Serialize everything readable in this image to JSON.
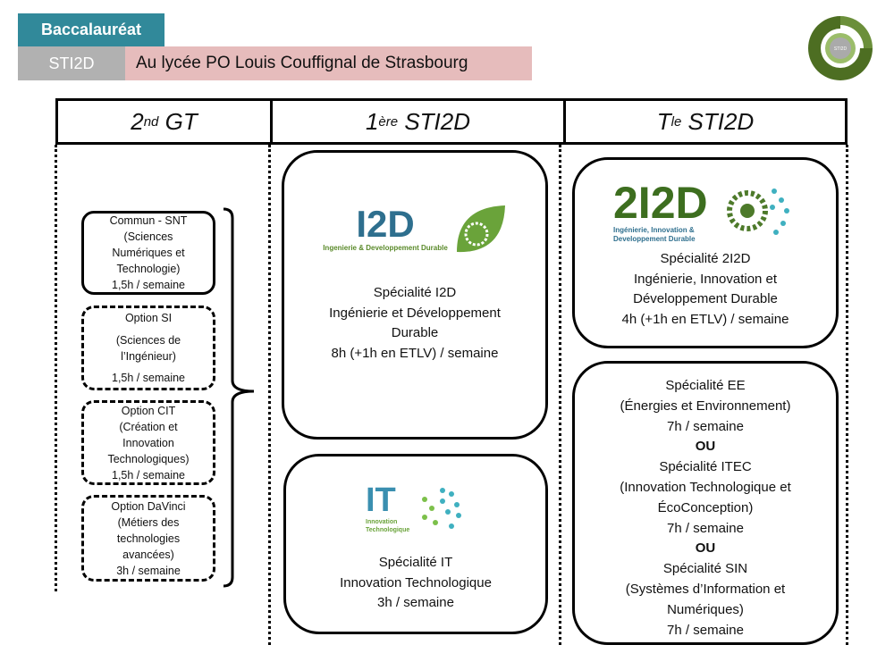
{
  "header": {
    "title": "Baccalauréat",
    "tag": "STI2D",
    "subtitle": "Au lycée PO Louis Couffignal de Strasbourg",
    "logo_text": "STI2D"
  },
  "columns": [
    {
      "base": "2",
      "sup": "nd",
      "rest": " GT"
    },
    {
      "base": "1",
      "sup": "ère",
      "rest": " STI2D"
    },
    {
      "base": "T",
      "sup": "le",
      "rest": " STI2D"
    }
  ],
  "seconde": [
    {
      "lines": [
        "Commun - SNT",
        "(Sciences",
        "Numériques et",
        "Technologie)",
        "1,5h  / semaine"
      ]
    },
    {
      "lines": [
        "Option SI",
        "(Sciences de",
        "l’Ingénieur)",
        "1,5h  / semaine"
      ]
    },
    {
      "lines": [
        "Option CIT",
        "(Création et",
        "Innovation",
        "Technologiques)",
        "1,5h  / semaine"
      ]
    },
    {
      "lines": [
        "Option DaVinci",
        "(Métiers des",
        "technologies",
        "avancées)",
        "3h / semaine"
      ]
    }
  ],
  "premiere": {
    "i2d": {
      "logo": "I2D",
      "logo_sub": "Ingenierie & Developpement Durable",
      "lines": [
        "Spécialité I2D",
        "Ingénierie et Développement",
        "Durable",
        "8h (+1h en ETLV) / semaine"
      ]
    },
    "it": {
      "logo": "IT",
      "logo_sub": "Innovation Technologique",
      "lines": [
        "Spécialité IT",
        "Innovation Technologique",
        "3h / semaine"
      ]
    }
  },
  "terminale": {
    "i2d": {
      "logo": "2I2D",
      "logo_sub": "Ingénierie, Innovation & Developpement Durable",
      "lines": [
        "Spécialité 2I2D",
        "Ingénierie, Innovation et",
        "Développement Durable",
        "4h (+1h en ETLV) / semaine"
      ]
    },
    "specs": {
      "lines": [
        "Spécialité EE",
        "(Énergies et Environnement)",
        "7h / semaine",
        "OU",
        "Spécialité ITEC",
        "(Innovation Technologique et",
        "ÉcoConception)",
        "7h / semaine",
        "OU",
        "Spécialité SIN",
        "(Systèmes d’Information et",
        "Numériques)",
        "7h / semaine"
      ]
    }
  },
  "colors": {
    "teal": "#31899a",
    "grey": "#b1b1b1",
    "pink": "#e6bcbc",
    "green": "#4d7a2a"
  }
}
